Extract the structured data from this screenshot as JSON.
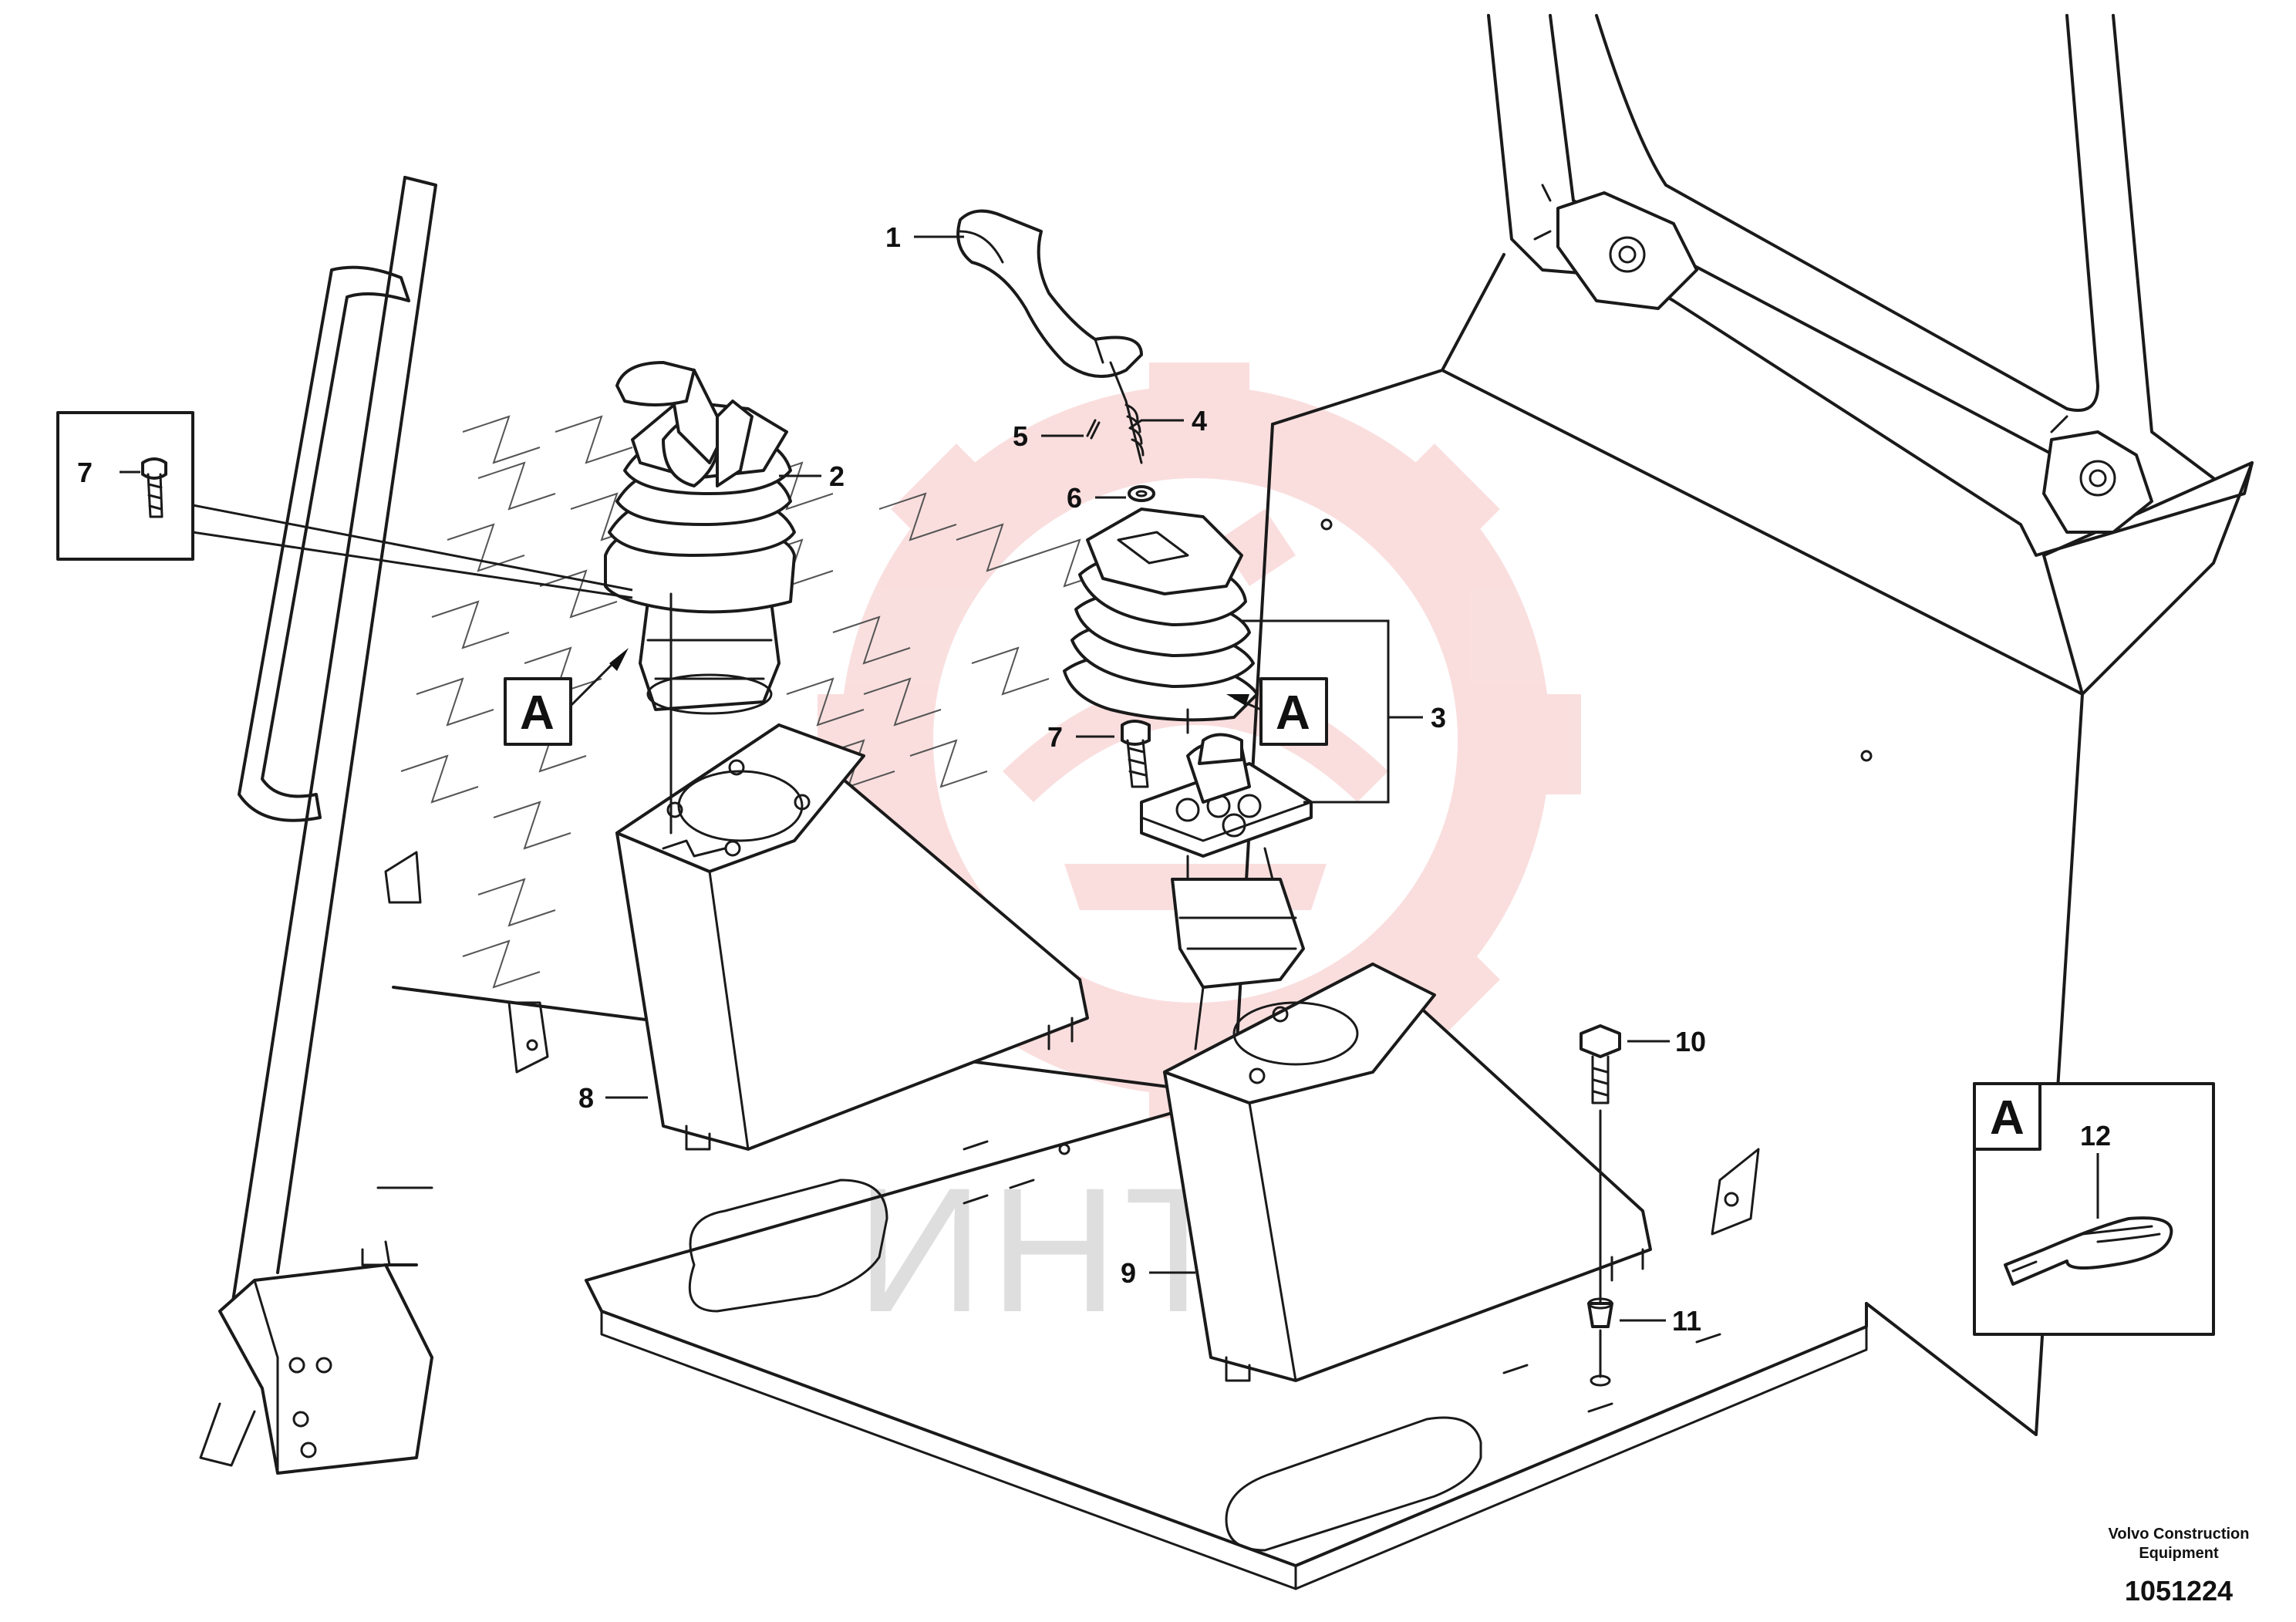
{
  "callouts": {
    "c1": "1",
    "c2": "2",
    "c3": "3",
    "c4": "4",
    "c5": "5",
    "c6": "6",
    "c7a": "7",
    "c7b": "7",
    "c8": "8",
    "c9": "9",
    "c10": "10",
    "c11": "11",
    "c12": "12"
  },
  "detail_markers": {
    "left": "A",
    "right": "A",
    "inset": "A"
  },
  "watermark": {
    "text": "ИНТЕХ",
    "color": "#f2b8b8"
  },
  "footer": {
    "manufacturer_line1": "Volvo Construction",
    "manufacturer_line2": "Equipment",
    "drawing_number": "1051224"
  }
}
